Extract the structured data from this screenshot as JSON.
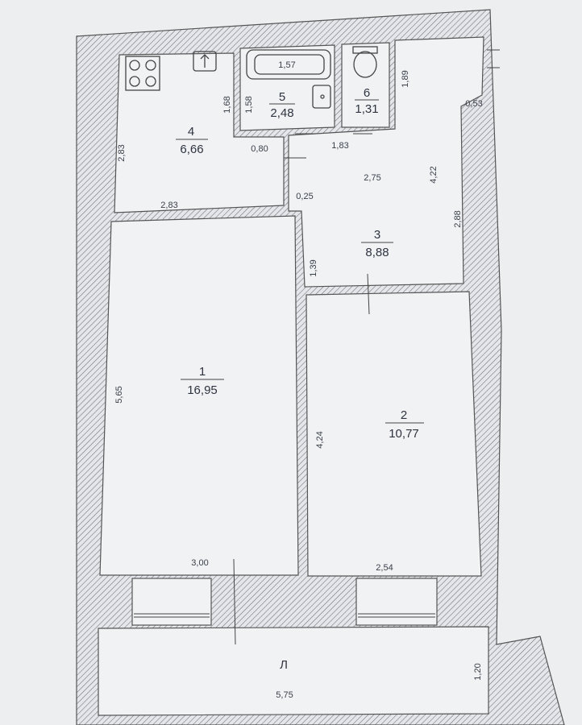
{
  "rooms": [
    {
      "id": "1",
      "number": "1",
      "area": "16,95"
    },
    {
      "id": "2",
      "number": "2",
      "area": "10,77"
    },
    {
      "id": "3",
      "number": "3",
      "area": "8,88"
    },
    {
      "id": "4",
      "number": "4",
      "area": "6,66"
    },
    {
      "id": "5",
      "number": "5",
      "area": "2,48"
    },
    {
      "id": "6",
      "number": "6",
      "area": "1,31"
    }
  ],
  "balcony_label": "Л",
  "dimensions": {
    "tub_length": "1,57",
    "bath_wall_left": "1,68",
    "bath_wall_inner": "1,58",
    "wc_height": "1,89",
    "wall_stub": "0,53",
    "kitchen_height": "2,83",
    "kitchen_width": "2,83",
    "door_gap": "0,80",
    "hall_top_width": "1,83",
    "hall_width": "2,75",
    "hall_height_right": "4,22",
    "step": "0,25",
    "hall_height_lower": "2,88",
    "corridor_height": "1,39",
    "room1_height": "5,65",
    "room2_height": "4,24",
    "room1_width": "3,00",
    "room2_width": "2,54",
    "balcony_height": "1,20",
    "balcony_width": "5,75"
  }
}
